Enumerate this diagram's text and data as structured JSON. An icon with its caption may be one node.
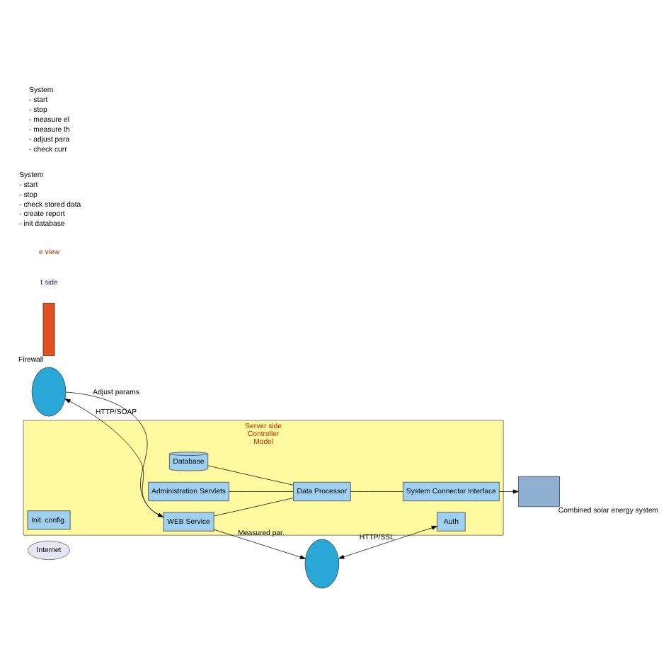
{
  "diagram": {
    "nodes": [
      {
        "text": [
          "Internet"
        ]
      },
      {
        "text": [],
        "shape": "circle"
      },
      {
        "text": [],
        "shape": "circle"
      },
      {
        "text": [],
        "shape": "box",
        "beside": [
          "Firewall"
        ]
      },
      {
        "text": [
          "Server side",
          "Controller",
          "Model"
        ]
      },
      {
        "text": [
          "Init. config."
        ],
        "in": 4
      },
      {
        "text": [
          "Database"
        ],
        "in": 4
      },
      {
        "text": [
          "WEB Service"
        ],
        "in": 4
      },
      {
        "text": [
          "Data Processor"
        ],
        "in": 4
      },
      {
        "text": [
          "Auth"
        ],
        "in": 4
      },
      {
        "text": [
          "Administration Servlets"
        ],
        "in": 4
      },
      {
        "text": [
          "System Connector Interface"
        ],
        "in": 4
      },
      {
        "text": [],
        "shape": "box",
        "beside": [
          "Combined solar energy system"
        ]
      }
    ],
    "edges": [
      {
        "from": 1,
        "to": 7,
        "arrow": "to",
        "label": "Adjust params"
      },
      {
        "from": 7,
        "to": 1,
        "arrow": "to",
        "label": "HTTP/SOAP"
      },
      {
        "from": 7,
        "to": 2,
        "arrow": "to",
        "label": "Measured par."
      },
      {
        "from": 2,
        "to": 9,
        "arrow": "both",
        "label": "HTTP/SSL"
      },
      {
        "from": 7,
        "to": 8,
        "arrow": "none"
      },
      {
        "from": 10,
        "to": 8,
        "arrow": "none"
      },
      {
        "from": 6,
        "to": 8,
        "arrow": "none"
      },
      {
        "from": 8,
        "to": 11,
        "arrow": "none"
      },
      {
        "from": 11,
        "to": 12,
        "arrow": "to"
      }
    ],
    "labels": [
      "t side",
      "e view",
      "System",
      "- start",
      "- stop",
      "- check stored data",
      "- create report",
      "- init database",
      "System",
      "- start",
      "- stop",
      "- measure el",
      "- measure th",
      "- adjust para",
      "- check curr"
    ]
  }
}
